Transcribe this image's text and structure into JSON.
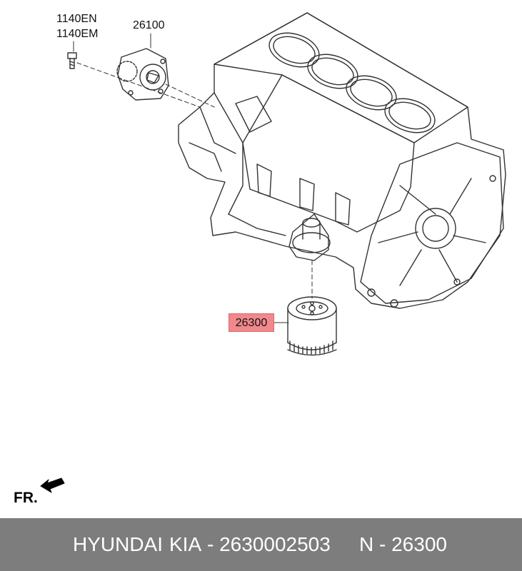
{
  "callouts": {
    "bolt_code_1": "1140EN",
    "bolt_code_2": "1140EM",
    "oil_pump": "26100",
    "oil_filter": "26300"
  },
  "orientation_label": "FR.",
  "footer": {
    "brand_1": "HYUNDAI",
    "brand_2": "KIA",
    "part_number": "- 2630002503",
    "reference": "N - 26300"
  },
  "colors": {
    "highlight": "#f0888c",
    "footer_bg": "#7d7d7d",
    "footer_text": "#ffffff",
    "line_art": "#333333"
  }
}
